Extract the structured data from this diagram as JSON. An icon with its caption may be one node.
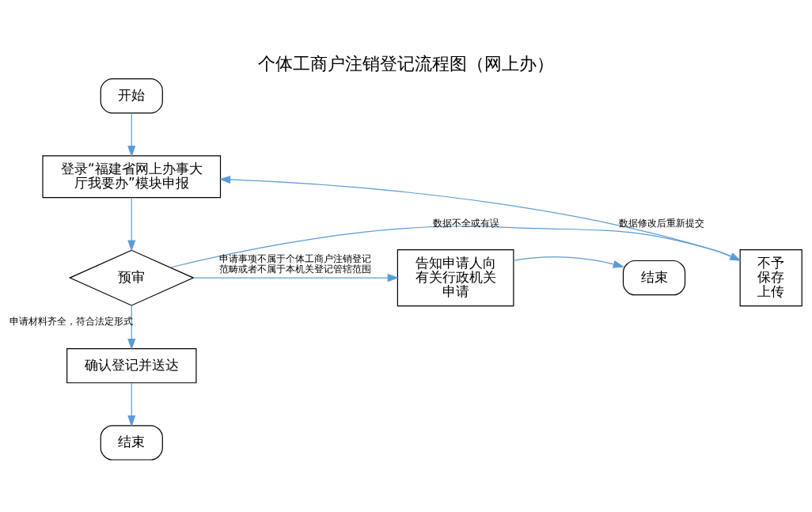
{
  "diagram": {
    "title": "个体工商户注销登记流程图（网上办）",
    "nodes": [
      {
        "text": [
          "开始"
        ]
      },
      {
        "text": [
          "登录“福建省网上办事大厅我要办”模块申报"
        ]
      },
      {
        "text": [
          "预审"
        ]
      },
      {
        "text": [
          "不予保存上传"
        ]
      },
      {
        "text": [
          "告知申请人向有关行政机关申请"
        ]
      },
      {
        "text": [
          "结束"
        ]
      },
      {
        "text": [
          "确认登记并送达"
        ]
      },
      {
        "text": [
          "结束"
        ]
      }
    ],
    "edges": [
      {
        "from": 0,
        "to": 1,
        "arrow": "to"
      },
      {
        "from": 1,
        "to": 2,
        "arrow": "to"
      },
      {
        "from": 2,
        "to": 3,
        "arrow": "to",
        "label": "数据不全或有误"
      },
      {
        "from": 3,
        "to": 1,
        "arrow": "to",
        "label": "数据修改后重新提交"
      },
      {
        "from": 2,
        "to": 4,
        "arrow": "to",
        "label": "申请事项不属于个体工商户注销登记范畴或者不属于本机关登记管辖范围"
      },
      {
        "from": 4,
        "to": 5,
        "arrow": "to"
      },
      {
        "from": 2,
        "to": 6,
        "arrow": "to",
        "label": "申请材料齐全，符合法定形式"
      },
      {
        "from": 6,
        "to": 7,
        "arrow": "to"
      }
    ]
  }
}
